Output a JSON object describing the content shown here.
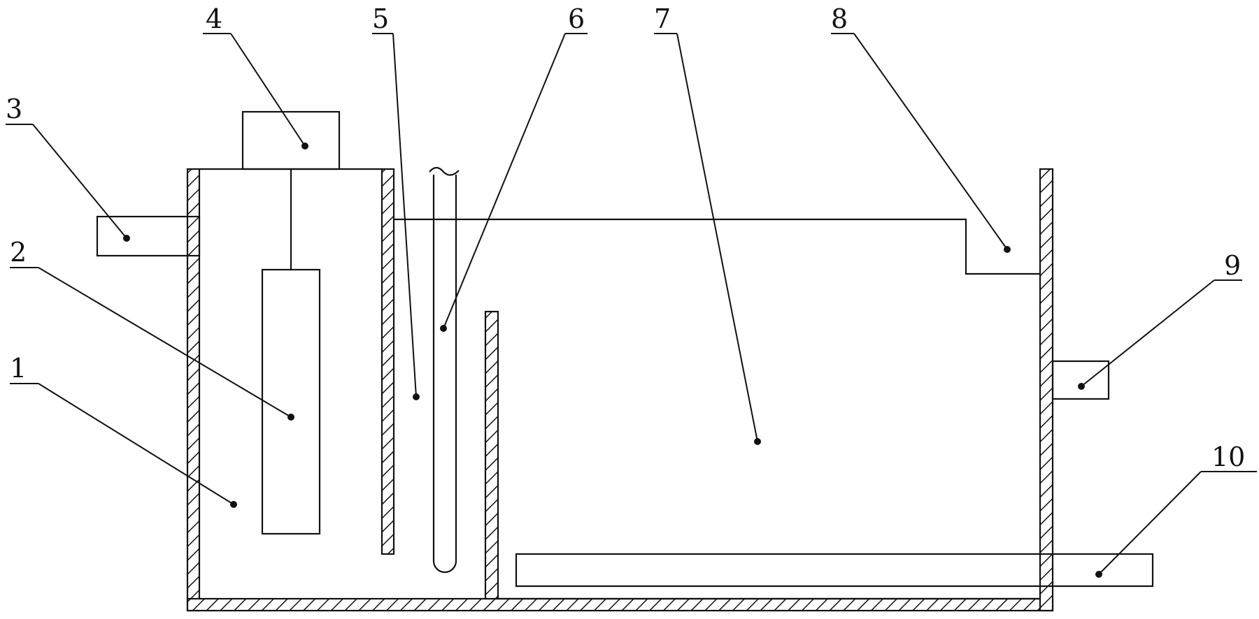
{
  "labels": {
    "l1": "1",
    "l2": "2",
    "l3": "3",
    "l4": "4",
    "l5": "5",
    "l6": "6",
    "l7": "7",
    "l8": "8",
    "l9": "9",
    "l10": "10"
  },
  "colors": {
    "ink": "#111111",
    "background": "#ffffff"
  }
}
